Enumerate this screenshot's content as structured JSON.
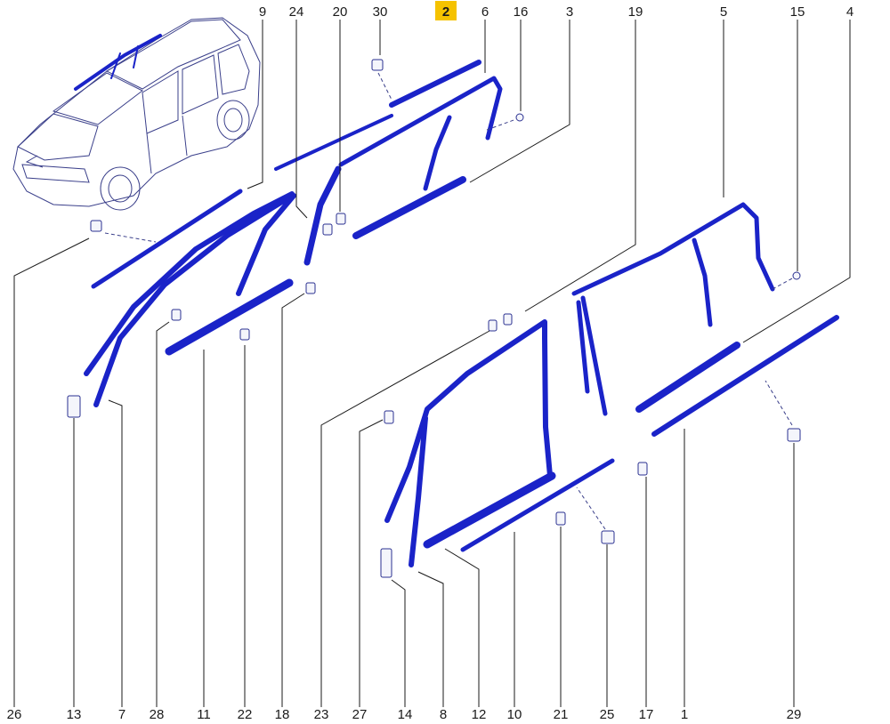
{
  "highlight_color": "#f5c200",
  "part_color": "#1a23c8",
  "highlighted_label": "2",
  "labels": {
    "top": [
      "9",
      "24",
      "20",
      "30",
      "2",
      "6",
      "16",
      "3",
      "19",
      "5",
      "15",
      "4"
    ],
    "bottom": [
      "26",
      "13",
      "7",
      "28",
      "11",
      "22",
      "18",
      "23",
      "27",
      "14",
      "8",
      "12",
      "10",
      "21",
      "25",
      "17",
      "1",
      "29"
    ]
  }
}
